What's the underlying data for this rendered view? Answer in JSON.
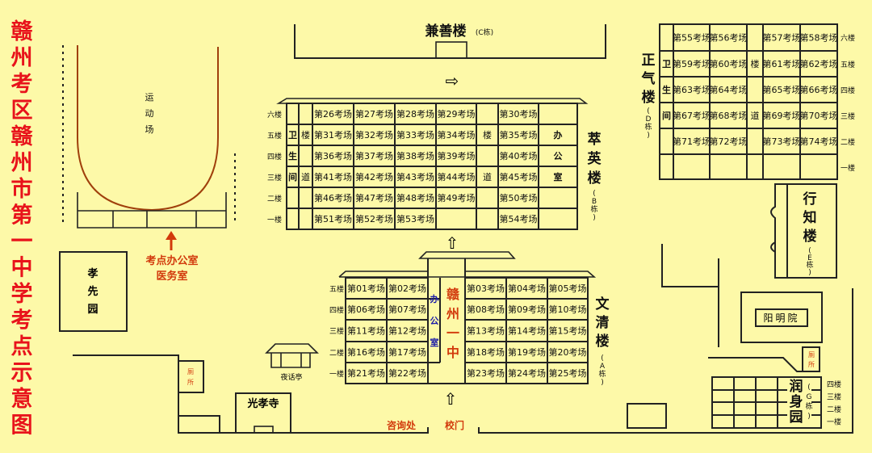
{
  "title": "赣州考区赣州市第一中学考点示意图",
  "colors": {
    "background": "#fdf9a8",
    "title": "#e8131b",
    "accent_red": "#d23a0c",
    "office_blue": "#1a1aa8"
  },
  "sports_field": {
    "label": [
      "运",
      "动",
      "场"
    ]
  },
  "exam_office": {
    "line1": "考点办公室",
    "line2": "医务室"
  },
  "xiaoxian_garden": {
    "label": [
      "孝",
      "先",
      "园"
    ]
  },
  "pavilion": {
    "label": "夜话亭"
  },
  "temple": {
    "label": "光孝寺"
  },
  "toilet_label": [
    "厕",
    "所"
  ],
  "inquiry": "咨询处",
  "school_gate": "校门",
  "building_c": {
    "name": "兼善楼",
    "code": "(C栋)"
  },
  "building_b": {
    "name": [
      "萃",
      "英",
      "楼"
    ],
    "code": [
      "(",
      "B",
      "栋",
      ")"
    ],
    "floors": [
      "六楼",
      "五楼",
      "四楼",
      "三楼",
      "二楼",
      "一楼"
    ],
    "rows": [
      [
        "",
        "",
        "第26考场",
        "第27考场",
        "第28考场",
        "第29考场",
        "",
        "第30考场",
        ""
      ],
      [
        "卫",
        "楼",
        "第31考场",
        "第32考场",
        "第33考场",
        "第34考场",
        "楼",
        "第35考场",
        "办"
      ],
      [
        "生",
        "",
        "第36考场",
        "第37考场",
        "第38考场",
        "第39考场",
        "",
        "第40考场",
        "公"
      ],
      [
        "间",
        "道",
        "第41考场",
        "第42考场",
        "第43考场",
        "第44考场",
        "道",
        "第45考场",
        "室"
      ],
      [
        "",
        "",
        "第46考场",
        "第47考场",
        "第48考场",
        "第49考场",
        "",
        "第50考场",
        ""
      ],
      [
        "",
        "",
        "第51考场",
        "第52考场",
        "第53考场",
        "",
        "",
        "第54考场",
        ""
      ]
    ]
  },
  "building_a": {
    "name": [
      "文",
      "清",
      "楼"
    ],
    "code": [
      "(",
      "A",
      "栋",
      ")"
    ],
    "floors": [
      "五楼",
      "四楼",
      "三楼",
      "二楼",
      "一楼"
    ],
    "left_rows": [
      [
        "第01考场",
        "第02考场"
      ],
      [
        "第06考场",
        "第07考场"
      ],
      [
        "第11考场",
        "第12考场"
      ],
      [
        "第16考场",
        "第17考场"
      ],
      [
        "第21考场",
        "第22考场"
      ]
    ],
    "right_rows": [
      [
        "第03考场",
        "第04考场",
        "第05考场"
      ],
      [
        "第08考场",
        "第09考场",
        "第10考场"
      ],
      [
        "第13考场",
        "第14考场",
        "第15考场"
      ],
      [
        "第18考场",
        "第19考场",
        "第20考场"
      ],
      [
        "第23考场",
        "第24考场",
        "第25考场"
      ]
    ],
    "office": [
      "办",
      "公",
      "室"
    ],
    "school_name": [
      "赣",
      "州",
      "一",
      "中"
    ]
  },
  "building_d": {
    "name": [
      "正",
      "气",
      "楼"
    ],
    "code": [
      "(",
      "D",
      "栋",
      ")"
    ],
    "floors": [
      "六楼",
      "五楼",
      "四楼",
      "三楼",
      "二楼",
      "一楼"
    ],
    "rows": [
      [
        "",
        "第55考场",
        "第56考场",
        "",
        "第57考场",
        "第58考场"
      ],
      [
        "卫",
        "第59考场",
        "第60考场",
        "楼",
        "第61考场",
        "第62考场"
      ],
      [
        "生",
        "第63考场",
        "第64考场",
        "",
        "第65考场",
        "第66考场"
      ],
      [
        "间",
        "第67考场",
        "第68考场",
        "道",
        "第69考场",
        "第70考场"
      ],
      [
        "",
        "第71考场",
        "第72考场",
        "",
        "第73考场",
        "第74考场"
      ],
      [
        "",
        "",
        "",
        "",
        "",
        ""
      ]
    ]
  },
  "building_e": {
    "name": [
      "行",
      "知",
      "楼"
    ],
    "code": [
      "(",
      "E",
      "栋",
      ")"
    ]
  },
  "yangming": {
    "label": "阳明院"
  },
  "building_g": {
    "name": [
      "润",
      "身",
      "园"
    ],
    "code": [
      "(",
      "G",
      "栋",
      ")"
    ],
    "floors": [
      "四楼",
      "三楼",
      "二楼",
      "一楼"
    ]
  }
}
